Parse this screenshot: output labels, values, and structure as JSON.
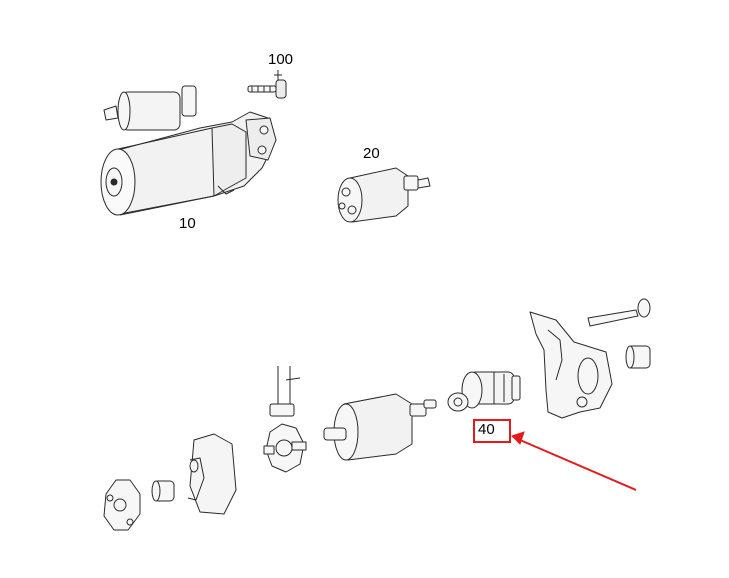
{
  "parts": [
    {
      "id": "10",
      "label": "10",
      "icon": "starter-motor-assembly"
    },
    {
      "id": "100",
      "label": "100",
      "icon": "mounting-bolt"
    },
    {
      "id": "20",
      "label": "20",
      "icon": "solenoid-switch"
    },
    {
      "id": "40",
      "label": "40",
      "icon": "pinion-drive-gear",
      "highlighted": true
    }
  ],
  "exploded_parts": [
    {
      "icon": "end-cover-plate"
    },
    {
      "icon": "bushing"
    },
    {
      "icon": "commutator-end-housing"
    },
    {
      "icon": "brush-holder"
    },
    {
      "icon": "armature-field-frame"
    },
    {
      "icon": "drive-end-housing"
    },
    {
      "icon": "through-bolt"
    },
    {
      "icon": "bearing-sleeve"
    }
  ],
  "colors": {
    "line": "#2a2a2a",
    "fill_light": "#f4f4f4",
    "highlight": "#e31b1b"
  }
}
